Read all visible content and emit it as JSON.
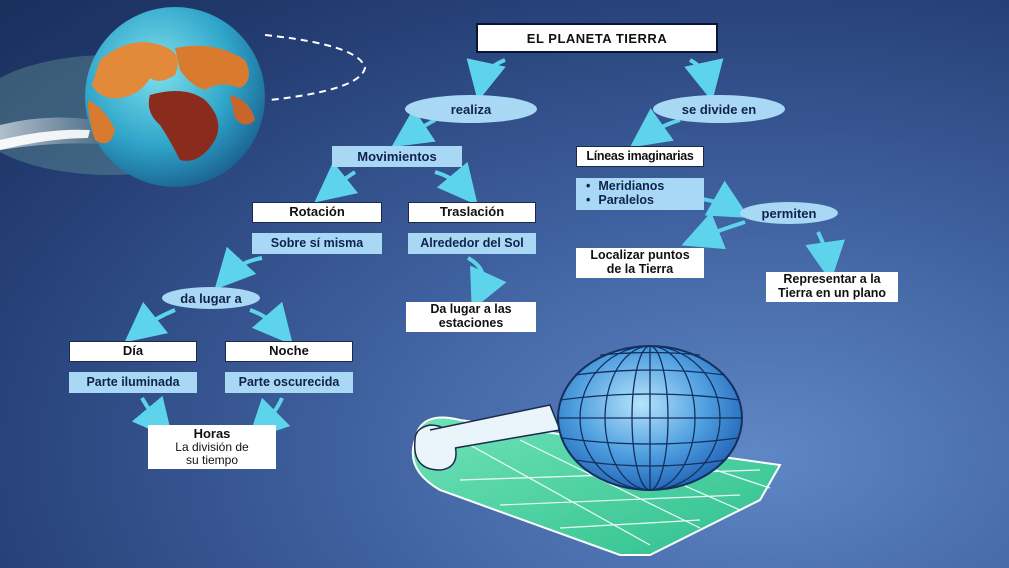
{
  "title": "EL PLANETA TIERRA",
  "connectors": {
    "realiza": "realiza",
    "se_divide_en": "se divide en",
    "permiten": "permiten",
    "da_lugar_a": "da lugar a"
  },
  "movimientos": "Movimientos",
  "rotacion": {
    "label": "Rotación",
    "detail": "Sobre sí misma"
  },
  "traslacion": {
    "label": "Traslación",
    "detail": "Alrededor del Sol",
    "result_line1": "Da lugar a las",
    "result_line2": "estaciones"
  },
  "dia": {
    "label": "Día",
    "detail": "Parte iluminada"
  },
  "noche": {
    "label": "Noche",
    "detail": "Parte oscurecida"
  },
  "horas": {
    "label": "Horas",
    "line1": "La división de",
    "line2": "su tiempo"
  },
  "lineas": {
    "label": "Líneas imaginarias",
    "items": [
      "Meridianos",
      "Paralelos"
    ]
  },
  "localizar": {
    "line1": "Localizar puntos",
    "line2": "de la Tierra"
  },
  "representar": {
    "line1": "Representar a la",
    "line2": "Tierra en un plano"
  },
  "colors": {
    "arrow": "#5ed3ec",
    "bubble": "#a9d8f4",
    "background": "#2c4a86"
  }
}
